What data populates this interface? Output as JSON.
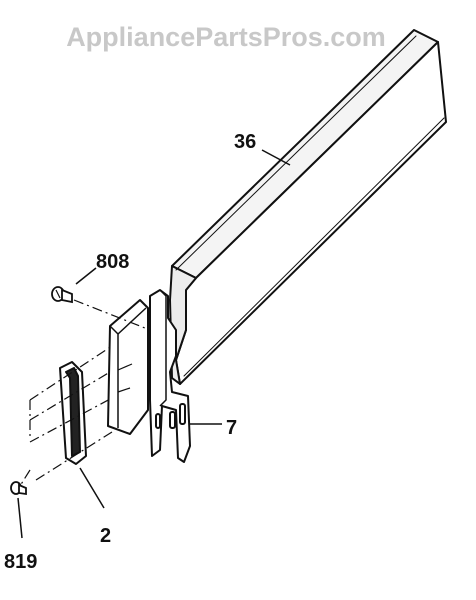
{
  "watermark": {
    "text": "AppliancePartsPros.com",
    "color": "#c8c8c8"
  },
  "callouts": {
    "c36": "36",
    "c808": "808",
    "c7": "7",
    "c2": "2",
    "c819": "819"
  },
  "colors": {
    "ink": "#111111",
    "paper": "#ffffff",
    "shade": "#d9d9d9"
  }
}
